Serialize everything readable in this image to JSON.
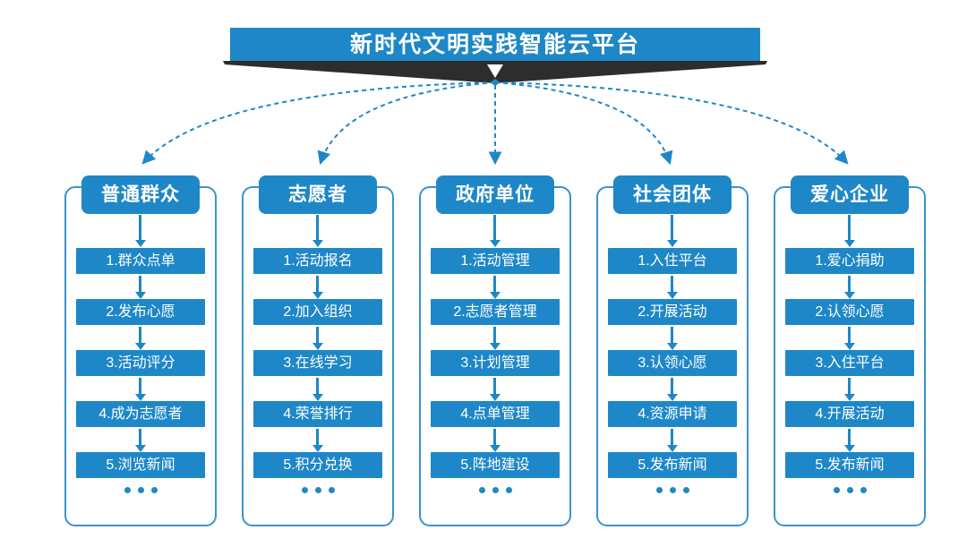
{
  "banner": {
    "title": "新时代文明实践智能云平台"
  },
  "colors": {
    "primary_blue": "#1e87c7",
    "outline_blue": "#3a93cc",
    "ribbon_dark": "#2d2d2d",
    "background": "#ffffff",
    "text_on_blue": "#ffffff"
  },
  "columns": [
    {
      "title": "普通群众",
      "steps": [
        "1.群众点单",
        "2.发布心愿",
        "3.活动评分",
        "4.成为志愿者",
        "5.浏览新闻"
      ],
      "more": "..."
    },
    {
      "title": "志愿者",
      "steps": [
        "1.活动报名",
        "2.加入组织",
        "3.在线学习",
        "4.荣誉排行",
        "5.积分兑换"
      ],
      "more": "..."
    },
    {
      "title": "政府单位",
      "steps": [
        "1.活动管理",
        "2.志愿者管理",
        "3.计划管理",
        "4.点单管理",
        "5.阵地建设"
      ],
      "more": "..."
    },
    {
      "title": "社会团体",
      "steps": [
        "1.入住平台",
        "2.开展活动",
        "3.认领心愿",
        "4.资源申请",
        "5.发布新闻"
      ],
      "more": "..."
    },
    {
      "title": "爱心企业",
      "steps": [
        "1.爱心捐助",
        "2.认领心愿",
        "3.入住平台",
        "4.开展活动",
        "5.发布新闻"
      ],
      "more": "..."
    }
  ]
}
